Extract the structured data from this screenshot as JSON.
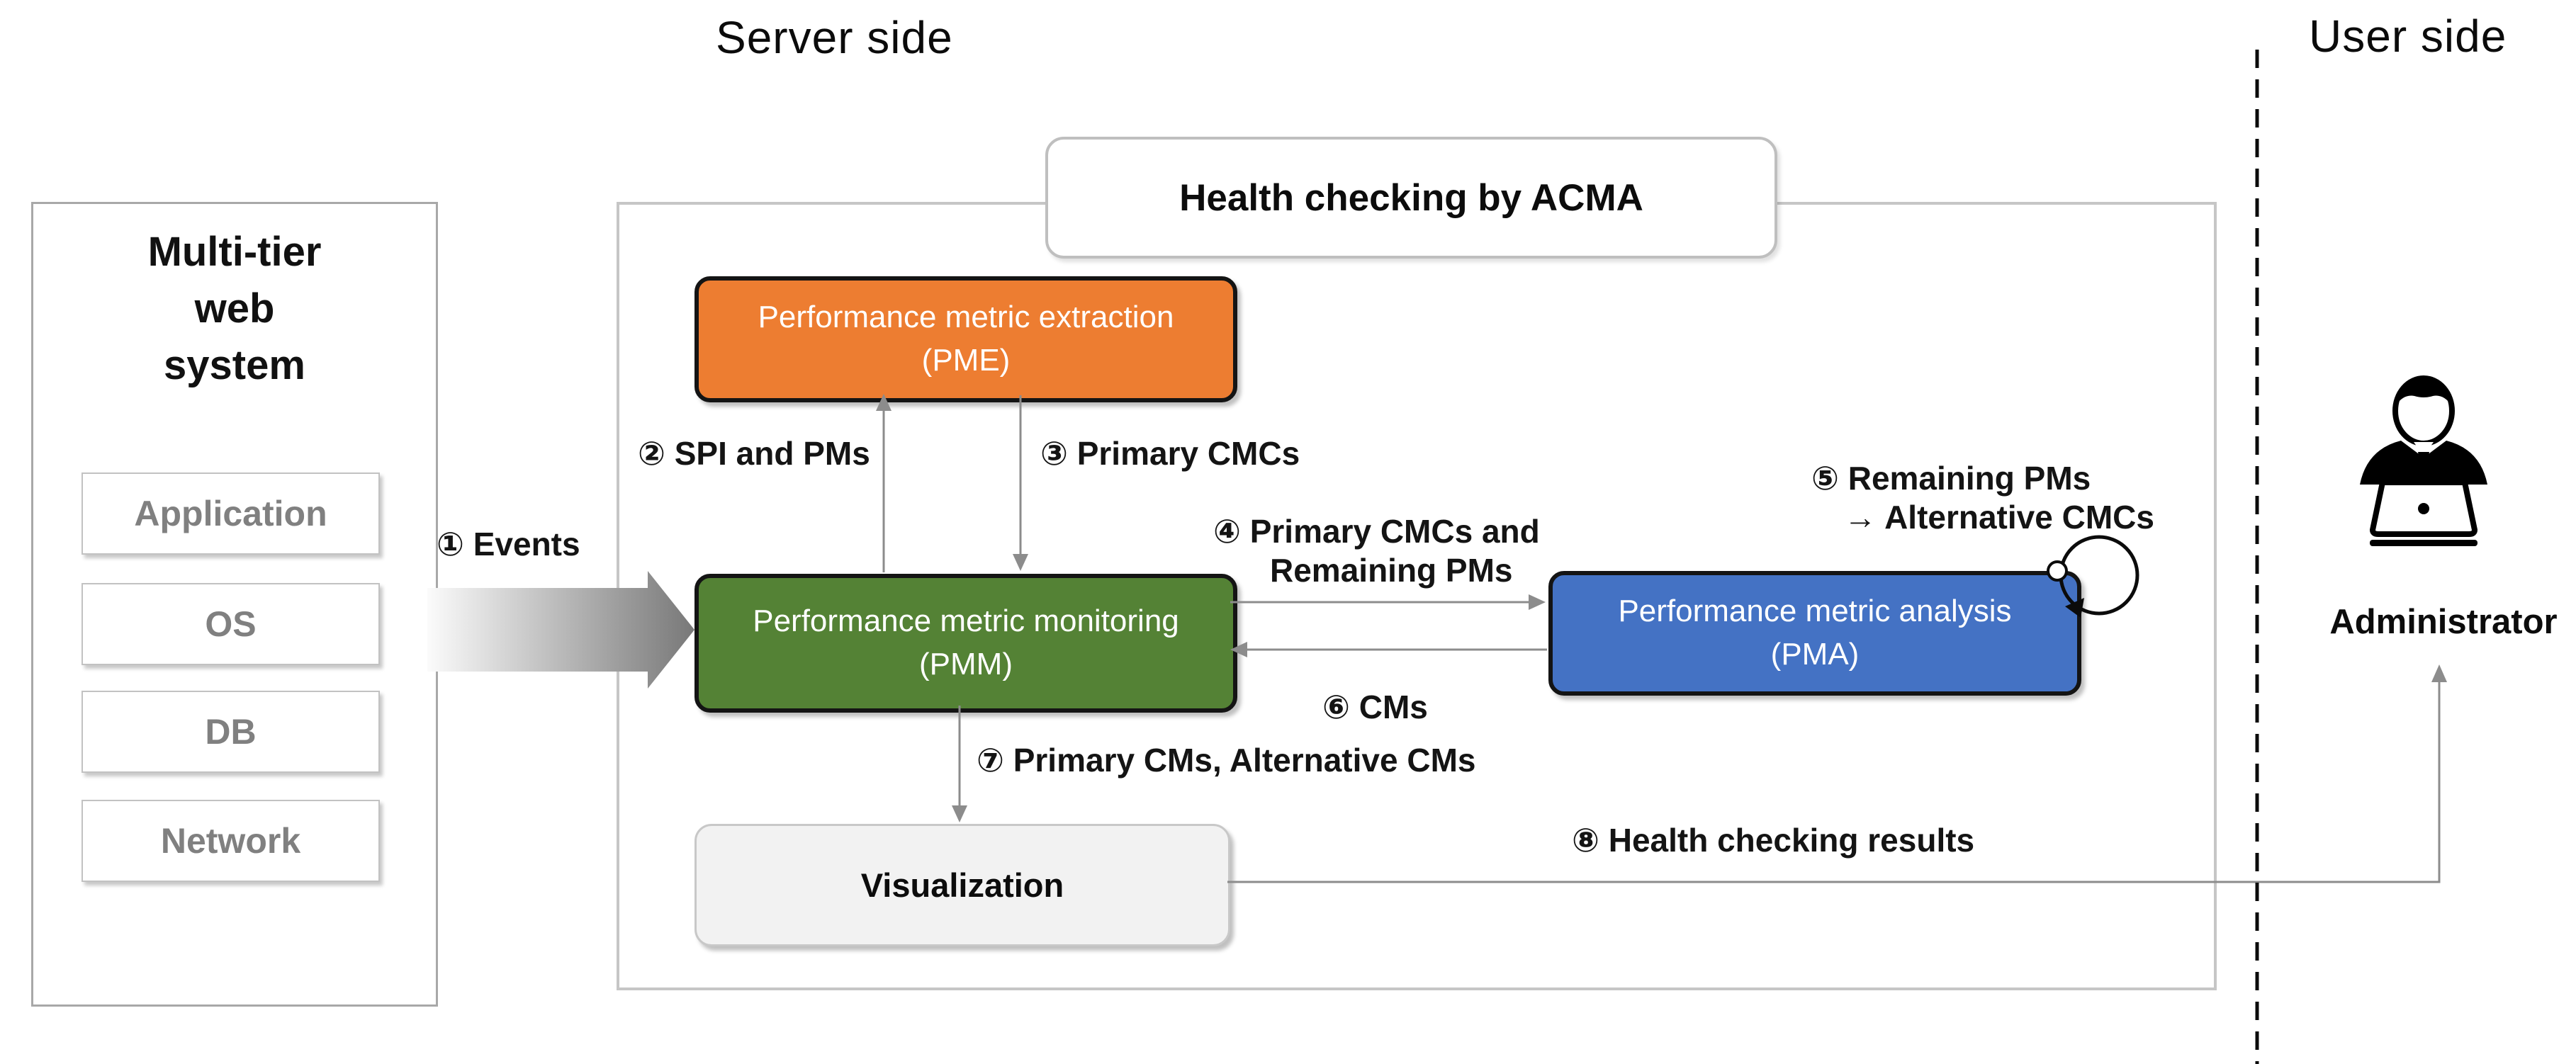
{
  "titles": {
    "server_side": "Server side",
    "user_side": "User side"
  },
  "multi_tier": {
    "title_lines": [
      "Multi-tier",
      "web",
      "system"
    ],
    "tiers": [
      "Application",
      "OS",
      "DB",
      "Network"
    ]
  },
  "health_box": {
    "title": "Health checking by ACMA"
  },
  "boxes": {
    "pme": {
      "line1": "Performance metric extraction",
      "line2": "(PME)"
    },
    "pmm": {
      "line1": "Performance metric monitoring",
      "line2": "(PMM)"
    },
    "pma": {
      "line1": "Performance metric analysis",
      "line2": "(PMA)"
    },
    "visualization": {
      "label": "Visualization"
    }
  },
  "flows": {
    "f1": "① Events",
    "f2": "② SPI and PMs",
    "f3": "③ Primary CMCs",
    "f4_line1": "④ Primary CMCs and",
    "f4_line2": "Remaining PMs",
    "f5_line1": "⑤ Remaining PMs",
    "f5_line2": "→ Alternative CMCs",
    "f6": "⑥ CMs",
    "f7": "⑦ Primary CMs, Alternative CMs",
    "f8": "⑧ Health checking results"
  },
  "administrator": {
    "label": "Administrator"
  },
  "colors": {
    "pme": "#ED7D31",
    "pmm": "#548235",
    "pma": "#4472C4",
    "arrow": "#8C8C8C",
    "loop": "#0B0B0B",
    "dashed": "#0B0B0B",
    "grad_light": "#FBFBFB",
    "grad_dark": "#787878"
  }
}
